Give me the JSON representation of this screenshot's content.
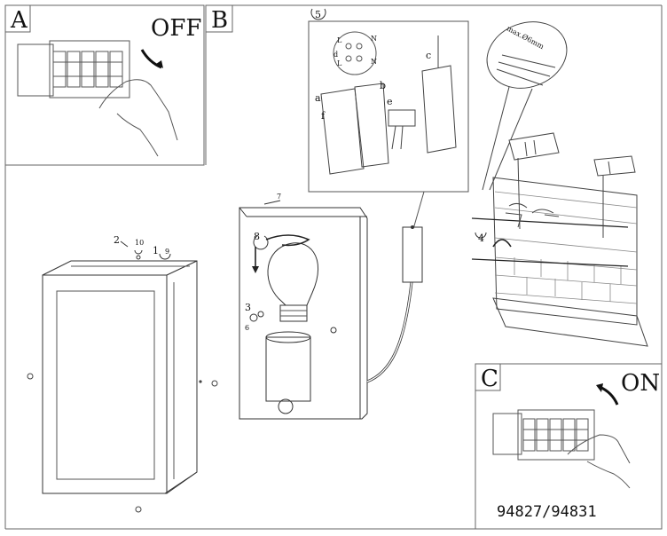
{
  "panels": {
    "a": {
      "letter": "A",
      "switch_label": "OFF"
    },
    "b": {
      "letter": "B"
    },
    "c": {
      "letter": "C",
      "switch_label": "ON"
    }
  },
  "callouts": {
    "n2": "2",
    "n10": "10",
    "n1": "1",
    "n9": "9",
    "n3": "3",
    "n6": "6",
    "n7": "7",
    "n8": "8",
    "n4": "4",
    "n5": "5"
  },
  "wiring": {
    "terminal_L": "L",
    "terminal_N": "N",
    "terminal_d": "d",
    "a": "a",
    "b": "b",
    "c": "c",
    "e": "e",
    "f": "f"
  },
  "cable_spec": "max.Ø6mm",
  "model_numbers": "94827/94831"
}
